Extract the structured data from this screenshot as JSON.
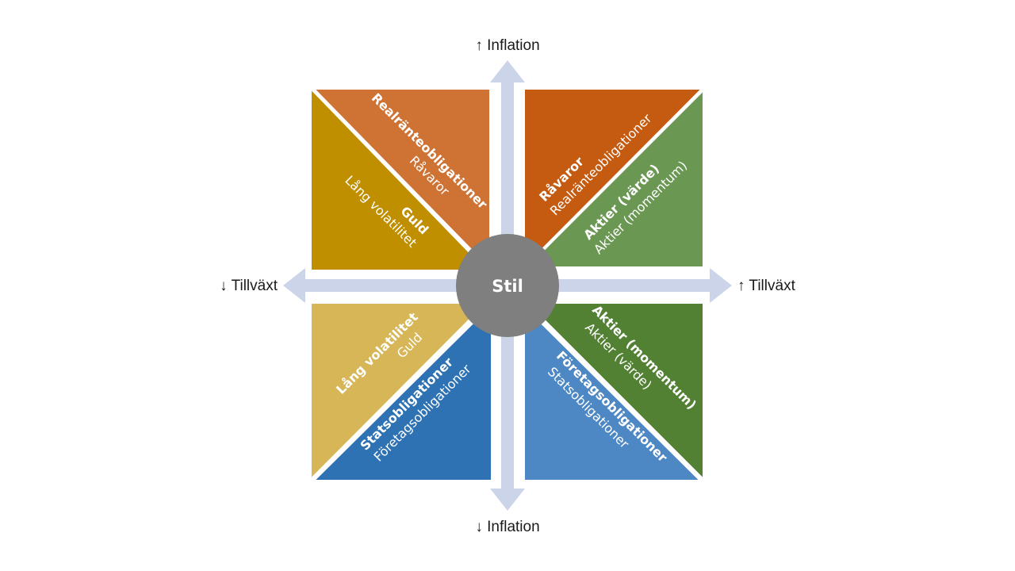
{
  "colors": {
    "arrow": "#ccd4ea",
    "center": "#7f7f7f",
    "realranteobligationer": "#cf7335",
    "guld": "#bf8f00",
    "ravaror": "#c55a11",
    "aktier_varde": "#6a9853",
    "lang_volatilitet": "#d6b656",
    "statsobligationer": "#2e72b4",
    "foretagsobligationer": "#4e88c4",
    "aktier_momentum": "#538134"
  },
  "axes": {
    "top": "↑ Inflation",
    "bottom": "↓ Inflation",
    "left": "↓ Tillväxt",
    "right": "↑ Tillväxt"
  },
  "center": {
    "label": "Stil"
  },
  "quadrants": {
    "top_left": {
      "upper": {
        "primary": "Realränteobligationer",
        "secondary": "Råvaror"
      },
      "lower": {
        "primary": "Guld",
        "secondary": "Lång volatilitet"
      }
    },
    "top_right": {
      "upper": {
        "primary": "Råvaror",
        "secondary": "Realränteobligationer"
      },
      "lower": {
        "primary": "Aktier (värde)",
        "secondary": "Aktier (momentum)"
      }
    },
    "bottom_left": {
      "upper": {
        "primary": "Lång volatilitet",
        "secondary": "Guld"
      },
      "lower": {
        "primary": "Statsobligationer",
        "secondary": "Företagsobligationer"
      }
    },
    "bottom_right": {
      "upper": {
        "primary": "Aktier (momentum)",
        "secondary": "Aktier (värde)"
      },
      "lower": {
        "primary": "Företagsobligationer",
        "secondary": "Statsobligationer"
      }
    }
  }
}
